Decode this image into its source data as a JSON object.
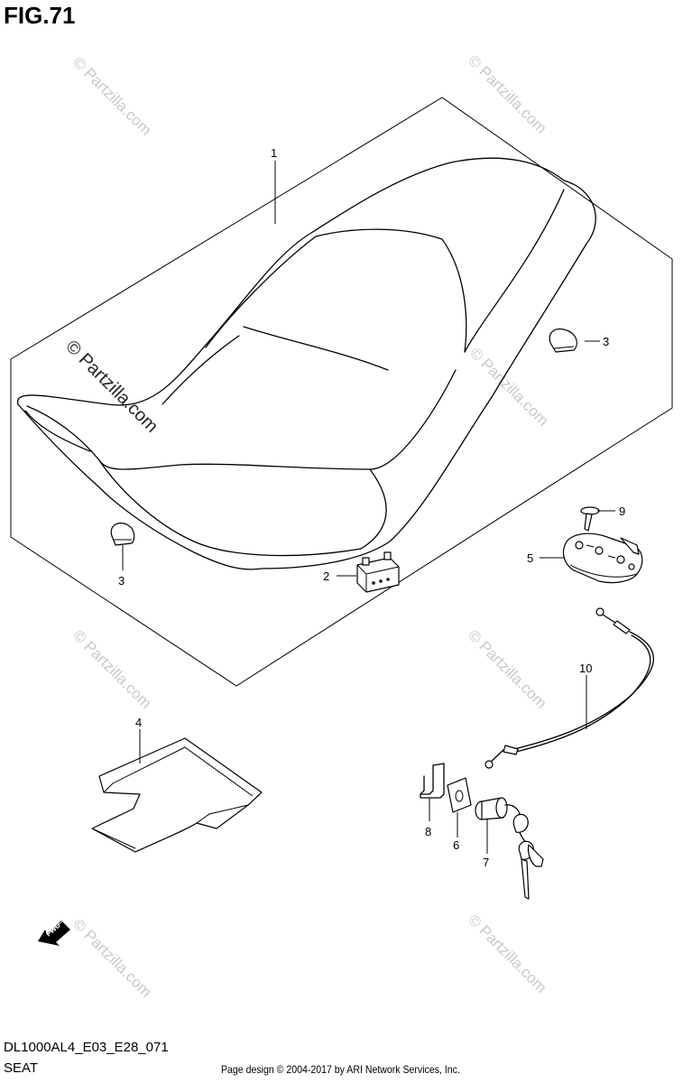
{
  "figure_title": "FIG.71",
  "model_code": "DL1000AL4_E03_E28_071",
  "section_name": "SEAT",
  "credit": "Page design © 2004-2017 by ARI Network Services, Inc.",
  "watermark": "© Partzilla.com",
  "fwd_label": "FWD",
  "callouts": {
    "c1": "1",
    "c2": "2",
    "c3a": "3",
    "c3b": "3",
    "c4": "4",
    "c5": "5",
    "c6": "6",
    "c7": "7",
    "c8": "8",
    "c9": "9",
    "c10": "10"
  }
}
